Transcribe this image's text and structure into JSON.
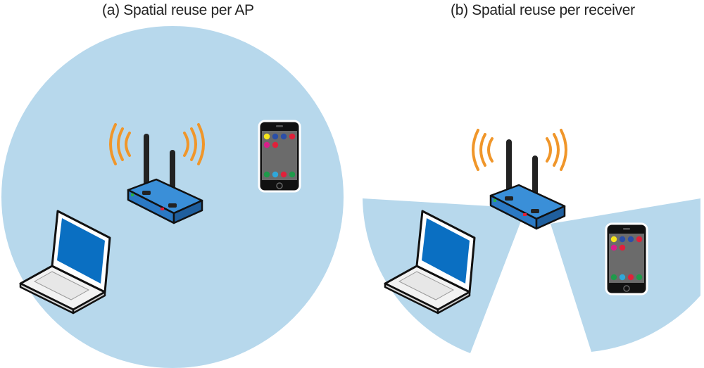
{
  "panels": [
    {
      "id": "a",
      "title": "(a) Spatial reuse per AP",
      "coverage": "omnidirectional"
    },
    {
      "id": "b",
      "title": "(b) Spatial reuse per receiver",
      "coverage": "beamformed"
    }
  ],
  "colors": {
    "coverage": "#b7d8ec",
    "router_body": "#2b79c4",
    "router_top": "#3a8fd8",
    "antenna": "#222222",
    "signal_waves": "#f0962a",
    "laptop_screen": "#0a6fc2",
    "phone_screen": "#6b6b6b",
    "phone_icons": [
      "#f6e51c",
      "#2b4fa8",
      "#2b4fa8",
      "#2b4fa8",
      "#e0213a",
      "#d91e8a",
      "#e0213a",
      "#1e9a4a",
      "#2fa7d9",
      "#e0213a",
      "#1e9a4a"
    ]
  },
  "icons": [
    "wireless-router-icon",
    "laptop-icon",
    "smartphone-icon",
    "signal-waves-icon"
  ]
}
